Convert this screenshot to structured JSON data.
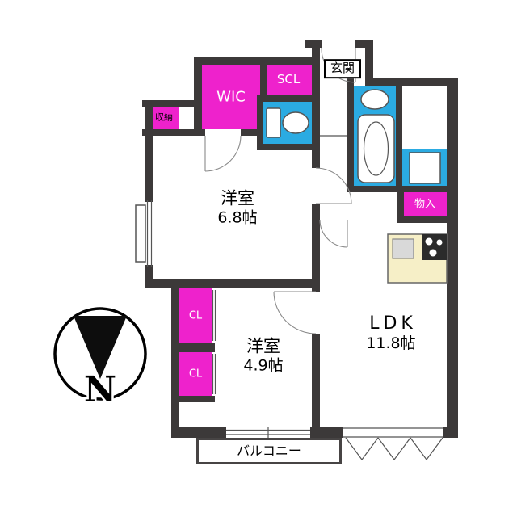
{
  "colors": {
    "wall": "#3c3939",
    "magenta": "#ee22cc",
    "cyan": "#2babe2",
    "kitchen": "#f6efc7"
  },
  "rooms": {
    "wic": {
      "label": "WIC"
    },
    "scl": {
      "label": "SCL"
    },
    "entrance": {
      "label": "玄関"
    },
    "storage_top": {
      "label": "収納"
    },
    "storage_right": {
      "label": "物入"
    },
    "bedroom1": {
      "label": "洋室",
      "size": "6.8帖"
    },
    "bedroom2": {
      "label": "洋室",
      "size": "4.9帖"
    },
    "ldk": {
      "label": "LDK",
      "size": "11.8帖"
    },
    "closet1": {
      "label": "CL"
    },
    "closet2": {
      "label": "CL"
    },
    "balcony": {
      "label": "バルコニー"
    }
  },
  "compass": {
    "label": "N"
  }
}
